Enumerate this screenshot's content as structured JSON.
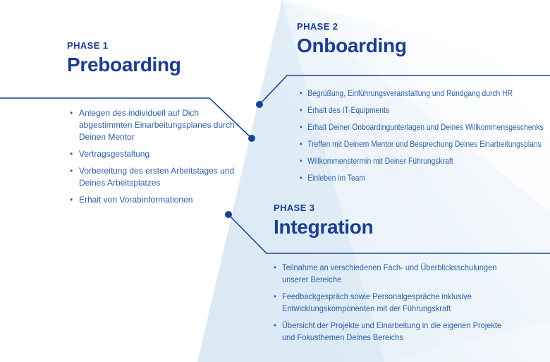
{
  "colors": {
    "heading_navy": "#1b3e90",
    "body_blue": "#2e60a8",
    "connector_navy": "#1e4193",
    "wedge_blue": "#cfe3f1"
  },
  "phases": [
    {
      "label": "PHASE 1",
      "title": "Preboarding",
      "items": [
        "Anlegen des individuell auf Dich abgestimmten Einarbeitungsplanes durch Deinen Mentor",
        "Vertragsgestaltung",
        "Vorbereitung des ersten Arbeitstages und Deines Arbeitsplatzes",
        "Erhalt von Vorabinformationen"
      ]
    },
    {
      "label": "PHASE 2",
      "title": "Onboarding",
      "items": [
        "Begrüßung, Einführungsveranstaltung und Rundgang durch HR",
        "Erhalt des IT-Equipments",
        "Erhalt Deiner Onboardingunterlagen und Deines Willkommensgeschenks",
        "Treffen mit Deinem Mentor und Besprechung Deines Einarbeitungsplans",
        "Willkommenstermin mit Deiner Führungskraft",
        "Einleben im Team"
      ]
    },
    {
      "label": "PHASE 3",
      "title": "Integration",
      "items": [
        "Teilnahme an verschiedenen Fach- und Überblicksschulungen unserer Bereiche",
        "Feedbackgespräch sowie Personalgespräche inklusive Entwicklungskomponenten mit der Führungskraft",
        "Übersicht der Projekte und Einarbeitung in die eigenen Projekte und Fokusthemen Deines Bereichs"
      ]
    }
  ]
}
